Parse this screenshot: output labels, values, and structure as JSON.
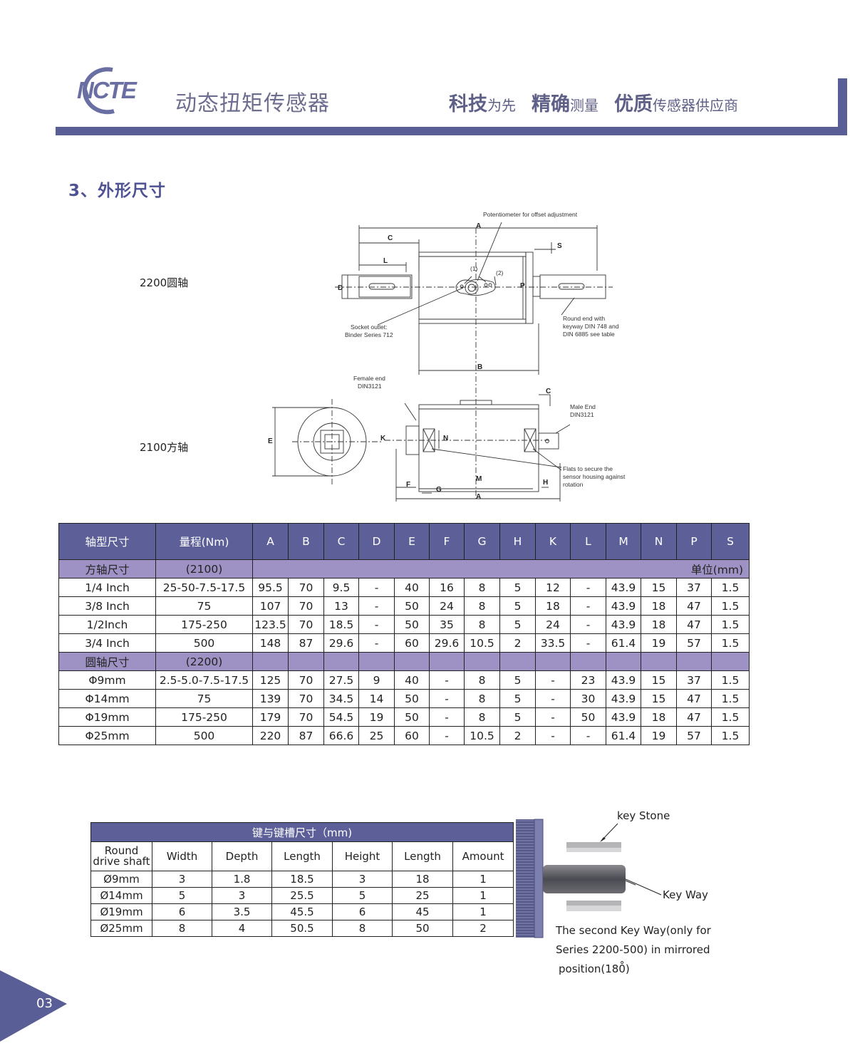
{
  "header": {
    "logo_text": "NCTE",
    "product_name": "动态扭矩传感器",
    "slogan": [
      {
        "big": "科技",
        "small": "为先"
      },
      {
        "big": "精确",
        "small": "测量"
      },
      {
        "big": "优质",
        "small": "传感器供应商"
      }
    ]
  },
  "section_title": "3、外形尺寸",
  "drawing": {
    "label_round_shaft": "2200圆轴",
    "label_square_shaft": "2100方轴",
    "annotations": {
      "potentiometer": "Potentiometer for offset adjustment",
      "socket_1": "Socket outlet:",
      "socket_2": "Binder Series 712",
      "round_end_1": "Round end with",
      "round_end_2": "keyway  DIN 748 and",
      "round_end_3": "DIN 6885 see table",
      "female_1": "Female end",
      "female_2": "DIN3121",
      "male_1": "Male End",
      "male_2": "DIN3121",
      "flats_1": "Flats to secure the",
      "flats_2": "sensor housing against",
      "flats_3": "rotation",
      "marker_1": "(1)",
      "marker_2": "(2)"
    },
    "letters": {
      "A": "A",
      "B": "B",
      "C": "C",
      "D": "D",
      "E": "E",
      "F": "F",
      "G": "G",
      "H": "H",
      "K": "K",
      "L": "L",
      "M": "M",
      "N": "N",
      "P": "P",
      "S": "S"
    }
  },
  "dim_table": {
    "headers": [
      "轴型尺寸",
      "量程(Nm)",
      "A",
      "B",
      "C",
      "D",
      "E",
      "F",
      "G",
      "H",
      "K",
      "L",
      "M",
      "N",
      "P",
      "S"
    ],
    "square_group": {
      "label": "方轴尺寸",
      "range": "(2100)",
      "unit": "单位(mm)"
    },
    "square_rows": [
      [
        "1/4 Inch",
        "25-50-7.5-17.5",
        "95.5",
        "70",
        "9.5",
        "-",
        "40",
        "16",
        "8",
        "5",
        "12",
        "-",
        "43.9",
        "15",
        "37",
        "1.5"
      ],
      [
        "3/8 Inch",
        "75",
        "107",
        "70",
        "13",
        "-",
        "50",
        "24",
        "8",
        "5",
        "18",
        "-",
        "43.9",
        "18",
        "47",
        "1.5"
      ],
      [
        "1/2Inch",
        "175-250",
        "123.5",
        "70",
        "18.5",
        "-",
        "50",
        "35",
        "8",
        "5",
        "24",
        "-",
        "43.9",
        "18",
        "47",
        "1.5"
      ],
      [
        "3/4 Inch",
        "500",
        "148",
        "87",
        "29.6",
        "-",
        "60",
        "29.6",
        "10.5",
        "2",
        "33.5",
        "-",
        "61.4",
        "19",
        "57",
        "1.5"
      ]
    ],
    "round_group": {
      "label": "圆轴尺寸",
      "range": "(2200)"
    },
    "round_rows": [
      [
        "Φ9mm",
        "2.5-5.0-7.5-17.5",
        "125",
        "70",
        "27.5",
        "9",
        "40",
        "-",
        "8",
        "5",
        "-",
        "23",
        "43.9",
        "15",
        "37",
        "1.5"
      ],
      [
        "Φ14mm",
        "75",
        "139",
        "70",
        "34.5",
        "14",
        "50",
        "-",
        "8",
        "5",
        "-",
        "30",
        "43.9",
        "15",
        "47",
        "1.5"
      ],
      [
        "Φ19mm",
        "175-250",
        "179",
        "70",
        "54.5",
        "19",
        "50",
        "-",
        "8",
        "5",
        "-",
        "50",
        "43.9",
        "18",
        "47",
        "1.5"
      ],
      [
        "Φ25mm",
        "500",
        "220",
        "87",
        "66.6",
        "25",
        "60",
        "-",
        "10.5",
        "2",
        "-",
        "-",
        "61.4",
        "19",
        "57",
        "1.5"
      ]
    ]
  },
  "key_table": {
    "caption": "键与键槽尺寸（mm)",
    "headers": [
      "Round drive shaft",
      "Width",
      "Depth",
      "Length",
      "Height",
      "Length",
      "Amount"
    ],
    "rows": [
      [
        "Ø9mm",
        "3",
        "1.8",
        "18.5",
        "3",
        "18",
        "1"
      ],
      [
        "Ø14mm",
        "5",
        "3",
        "25.5",
        "5",
        "25",
        "1"
      ],
      [
        "Ø19mm",
        "6",
        "3.5",
        "45.5",
        "6",
        "45",
        "1"
      ],
      [
        "Ø25mm",
        "8",
        "4",
        "50.5",
        "8",
        "50",
        "2"
      ]
    ]
  },
  "key_illustration": {
    "key_stone": "key  Stone",
    "key_way": "Key Way",
    "note_lines": [
      "The second Key Way(only for",
      "Series 2200-500) in mirrored",
      "position(180̊)"
    ]
  },
  "page_number": "03",
  "colors": {
    "brand": "#5a5e97",
    "header_cell": "#5c5f98",
    "group_row": "#9e92c4",
    "logo": "#6a6fa3"
  }
}
